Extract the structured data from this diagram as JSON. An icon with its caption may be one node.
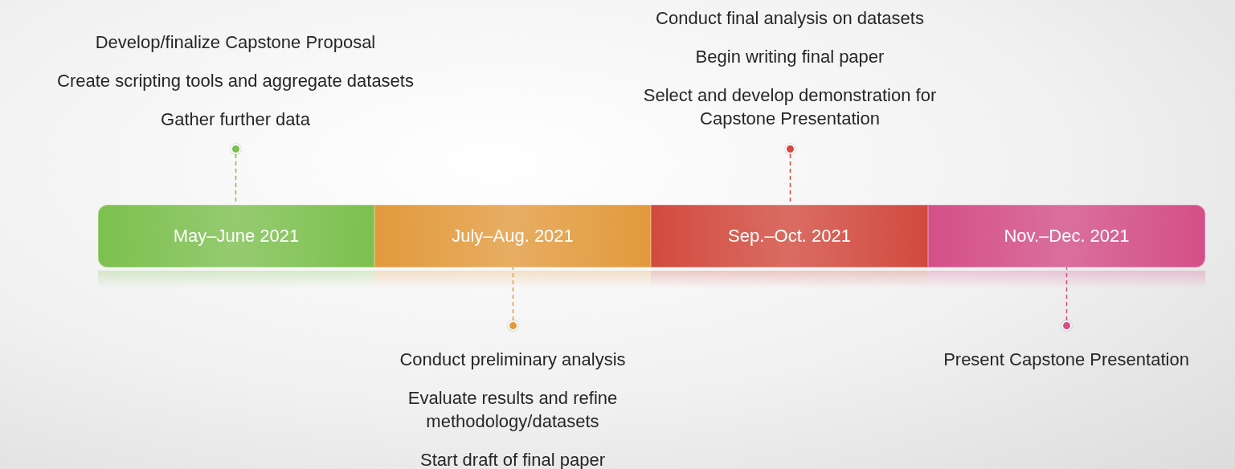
{
  "diagram": {
    "nodes": [
      {
        "text": [
          "May–June 2021"
        ]
      },
      {
        "text": [
          "July–Aug. 2021"
        ]
      },
      {
        "text": [
          "Sep.–Oct. 2021"
        ]
      },
      {
        "text": [
          "Nov.–Dec. 2021"
        ]
      },
      {
        "text": [
          "Develop/finalize Capstone Proposal",
          "Create scripting tools and aggregate datasets",
          "Gather further data"
        ]
      },
      {
        "text": [],
        "shape": "circle"
      },
      {
        "text": [
          "Conduct final analysis on datasets",
          "Begin writing final paper",
          "Select and develop demonstration for Capstone Presentation"
        ]
      },
      {
        "text": [],
        "shape": "circle"
      },
      {
        "text": [],
        "shape": "circle"
      },
      {
        "text": [
          "Conduct preliminary analysis",
          "Evaluate results and refine methodology/datasets",
          "Start draft of final paper"
        ]
      },
      {
        "text": [],
        "shape": "circle"
      },
      {
        "text": [
          "Present Capstone Presentation"
        ]
      }
    ],
    "edges": [
      {
        "from": 5,
        "to": 0,
        "arrow": "none",
        "style": "dashed",
        "color": "#7cc04e"
      },
      {
        "from": 7,
        "to": 2,
        "arrow": "none",
        "style": "dashed",
        "color": "#d24a3e"
      },
      {
        "from": 8,
        "to": 1,
        "arrow": "none",
        "style": "dashed",
        "color": "#e29a3c"
      },
      {
        "from": 10,
        "to": 3,
        "arrow": "none",
        "style": "dashed",
        "color": "#d44f88"
      }
    ]
  }
}
